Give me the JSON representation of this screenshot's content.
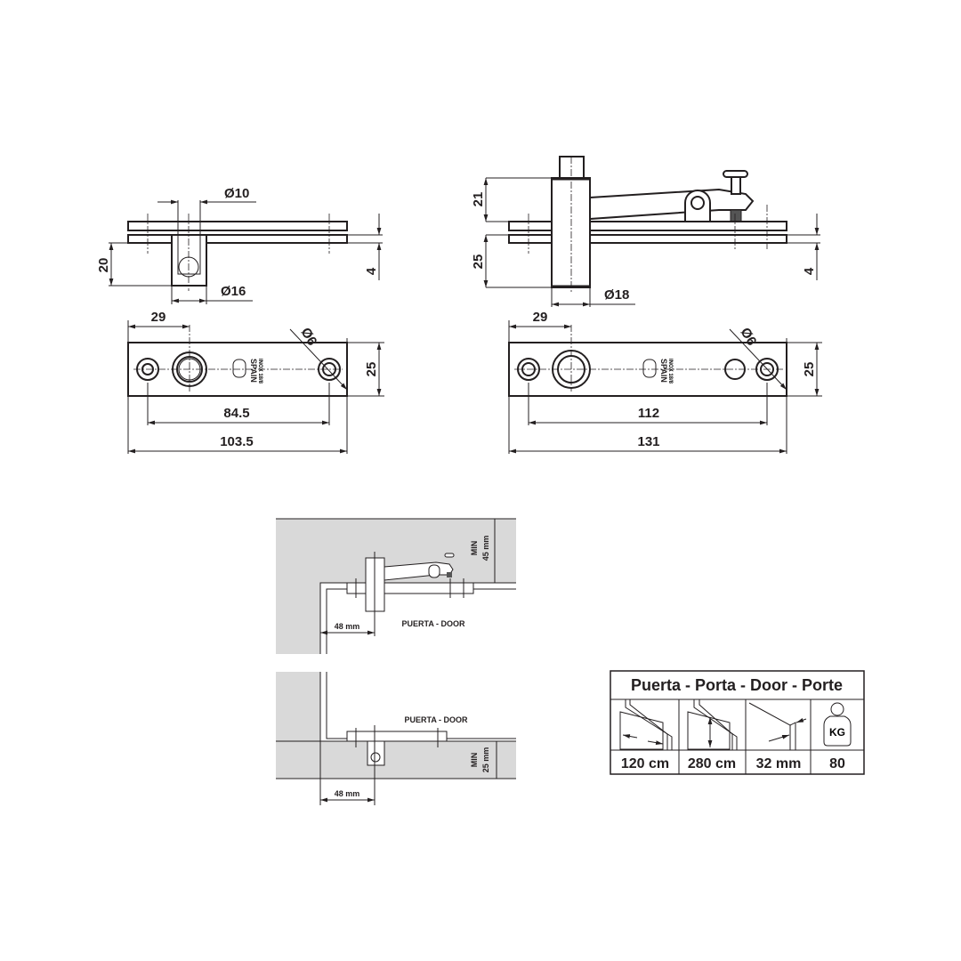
{
  "colors": {
    "line": "#231f20",
    "wall": "#d9d9d9"
  },
  "left_pivot": {
    "side": {
      "pin_diameter": "Ø10",
      "body_diameter": "Ø16",
      "height": "20",
      "gap": "4"
    },
    "plate": {
      "offset": "29",
      "hole_diameter": "Ø6",
      "width": "25",
      "hole_spacing": "84.5",
      "length": "103.5",
      "mark_country": "SPAIN",
      "mark_material": "INOX 18/8"
    }
  },
  "right_pivot": {
    "side": {
      "top_height": "21",
      "bottom_height": "25",
      "body_diameter": "Ø18",
      "gap": "4"
    },
    "plate": {
      "offset": "29",
      "hole_diameter": "Ø6",
      "width": "25",
      "hole_spacing": "112",
      "length": "131",
      "mark_country": "SPAIN",
      "mark_material": "INOX 18/8"
    }
  },
  "installation": {
    "top": {
      "door_label": "PUERTA - DOOR",
      "offset": "48 mm",
      "min_label": "MIN",
      "min_value": "45 mm"
    },
    "bottom": {
      "door_label": "PUERTA - DOOR",
      "offset": "48 mm",
      "min_label": "MIN",
      "min_value": "25 mm"
    }
  },
  "spec_table": {
    "title": "Puerta - Porta - Door - Porte",
    "icons": [
      "door-width-icon",
      "door-height-icon",
      "door-thickness-icon",
      "weight-icon"
    ],
    "weight_icon_text": "KG",
    "values": [
      "120 cm",
      "280 cm",
      "32 mm",
      "80"
    ]
  }
}
